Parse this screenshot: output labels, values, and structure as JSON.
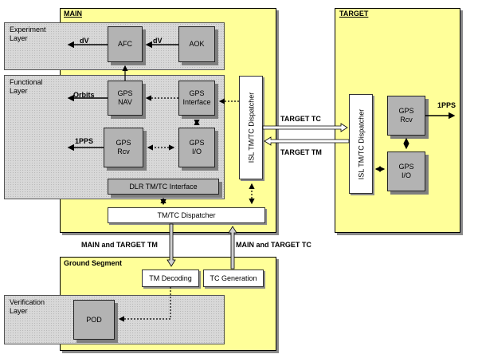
{
  "main": {
    "title": "MAIN"
  },
  "target": {
    "title": "TARGET",
    "isl_dispatcher": "ISL TM/TC Dispatcher",
    "gps_rcv": "GPS\nRcv",
    "gps_io": "GPS\nI/O",
    "pps_label": "1PPS"
  },
  "experiment_layer": {
    "title": "Experiment\nLayer",
    "afc": "AFC",
    "aok": "AOK",
    "dv_left": "dV",
    "dv_right": "dV"
  },
  "functional_layer": {
    "title": "Functional\nLayer",
    "gps_nav": "GPS\nNAV",
    "gps_interface": "GPS\nInterface",
    "gps_rcv": "GPS\nRcv",
    "gps_io": "GPS\nI/O",
    "orbits_label": "Orbits",
    "pps_label": "1PPS",
    "dlr_interface": "DLR TM/TC Interface"
  },
  "main_isl_dispatcher": "ISL TM/TC Dispatcher",
  "tmtc_dispatcher": "TM/TC Dispatcher",
  "links": {
    "target_tc": "TARGET TC",
    "target_tm": "TARGET TM",
    "main_target_tm": "MAIN and TARGET TM",
    "main_target_tc": "MAIN and TARGET TC"
  },
  "ground_segment": {
    "title": "Ground Segment",
    "tm_decoding": "TM Decoding",
    "tc_generation": "TC Generation"
  },
  "verification_layer": {
    "title": "Verification\nLayer",
    "pod": "POD"
  }
}
